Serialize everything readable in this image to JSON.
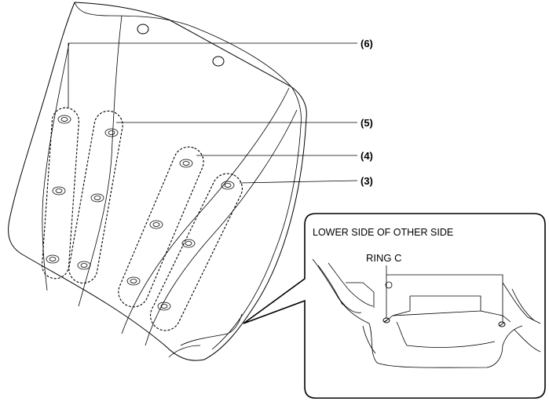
{
  "callouts": {
    "c6": "(6)",
    "c5": "(5)",
    "c4": "(4)",
    "c3": "(3)"
  },
  "inset": {
    "title": "LOWER SIDE OF OTHER SIDE",
    "ring_label": "RING C"
  }
}
